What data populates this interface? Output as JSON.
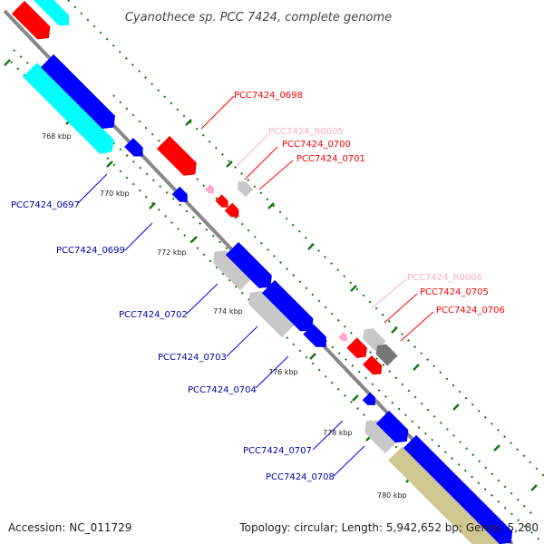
{
  "title": "Cyanothece sp. PCC 7424, complete genome",
  "footer": {
    "accession": "Accession: NC_011729",
    "summary": "Topology: circular; Length: 5,942,652 bp; Genes: 5,280"
  },
  "scale_labels": [
    "768 kbp",
    "770 kbp",
    "772 kbp",
    "774 kbp",
    "776 kbp",
    "778 kbp",
    "780 kbp"
  ],
  "gene_labels_forward": [
    "PCC7424_0698",
    "PCC7424_R0005",
    "PCC7424_0700",
    "PCC7424_0701",
    "PCC7424_R0006",
    "PCC7424_0705",
    "PCC7424_0706"
  ],
  "gene_labels_reverse": [
    "PCC7424_0697",
    "PCC7424_0699",
    "PCC7424_0702",
    "PCC7424_0703",
    "PCC7424_0704",
    "PCC7424_0707",
    "PCC7424_0708"
  ],
  "colors": {
    "forward_gene": "#ff0000",
    "rna": "#ffaacc",
    "reverse_gene": "#0000ff",
    "pseudo_gray": "#c8c8c8",
    "dark_gray": "#777777",
    "cyan": "#00ffff",
    "khaki": "#cfc890",
    "backbone": "#888888",
    "tick": "#117711"
  }
}
